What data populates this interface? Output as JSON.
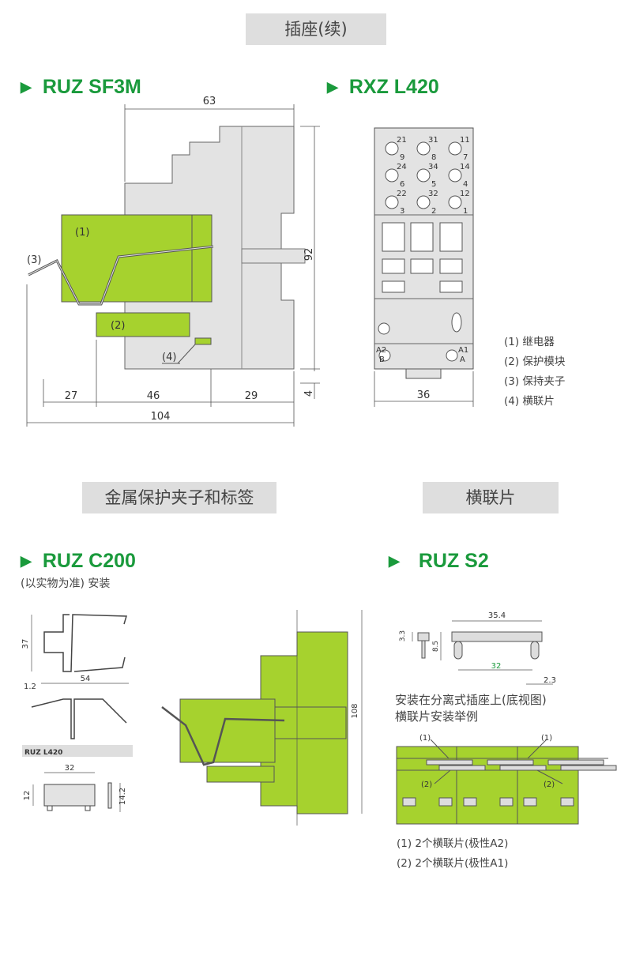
{
  "banners": {
    "sockets_cont": "插座(续)",
    "clips_labels": "金属保护夹子和标签",
    "jumpers": "横联片"
  },
  "products": {
    "ruz_sf3m": {
      "title": "RUZ SF3M",
      "dims": {
        "top": "63",
        "height": "92",
        "left": "27",
        "mid": "46",
        "right": "29",
        "total": "104",
        "foot": "4"
      },
      "callouts": [
        "(1)",
        "(2)",
        "(3)",
        "(4)"
      ]
    },
    "rxz_l420": {
      "title": "RXZ L420",
      "width": "36",
      "pins": [
        [
          "21",
          "9"
        ],
        [
          "31",
          "8"
        ],
        [
          "11",
          "7"
        ],
        [
          "24",
          "6"
        ],
        [
          "34",
          "5"
        ],
        [
          "14",
          "4"
        ],
        [
          "22",
          "3"
        ],
        [
          "32",
          "2"
        ],
        [
          "12",
          "1"
        ]
      ],
      "coil_pins": [
        [
          "A2",
          "B"
        ],
        [
          "A1",
          "A"
        ]
      ]
    },
    "ruz_c200": {
      "title": "RUZ C200",
      "subtitle": "(以实物为准) 安装",
      "dims": {
        "clip_h": "37",
        "thickness": "1.2",
        "clip_w": "54",
        "label_w": "32",
        "label_h": "12",
        "label_side": "14.2",
        "assembly_h": "108"
      },
      "label_part": "RUZ L420"
    },
    "ruz_s2": {
      "title": "RUZ S2",
      "dims": {
        "length": "35.4",
        "head": "3.3",
        "pin_h": "8.5",
        "pitch": "32",
        "pin_d": "2.3"
      },
      "caption": [
        "安装在分离式插座上(底视图)",
        "横联片安装举例"
      ],
      "callouts": [
        "(1)",
        "(2)"
      ],
      "notes": [
        "(1) 2个横联片(极性A2)",
        "(2) 2个横联片(极性A1)"
      ]
    }
  },
  "legend": [
    "(1) 继电器",
    "(2) 保护模块",
    "(3) 保持夹子",
    "(4) 横联片"
  ],
  "colors": {
    "brand_green": "#1a9a3c",
    "part_green": "#a6d22e",
    "banner_gray": "#dedede",
    "body_gray": "#e3e3e3"
  }
}
